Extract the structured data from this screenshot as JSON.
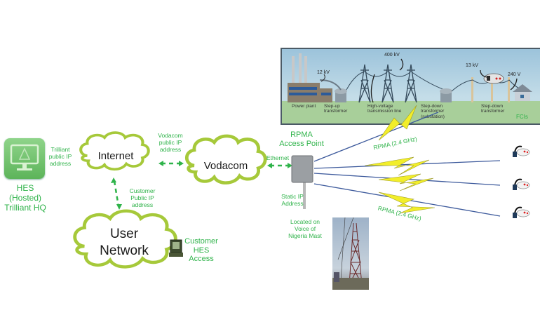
{
  "hes": {
    "icon": "monitor-icon",
    "label_lines": [
      "HES",
      "(Hosted)",
      "Trilliant HQ"
    ],
    "ip_label_lines": [
      "Trilliant",
      "public IP",
      "address"
    ]
  },
  "clouds": {
    "internet": "Internet",
    "vodacom": "Vodacom",
    "user_network_lines": [
      "User",
      "Network"
    ]
  },
  "links": {
    "vodacom_ip_lines": [
      "Vodacom",
      "public IP",
      "address"
    ],
    "customer_ip_lines": [
      "Customer",
      "Public IP",
      "address"
    ],
    "ethernet": "Ethernet"
  },
  "customer_access": {
    "icon": "computer-terminal-icon",
    "label_lines": [
      "Customer",
      "HES",
      "Access"
    ]
  },
  "access_point": {
    "title_lines": [
      "RPMA",
      "Access Point"
    ],
    "static_ip_lines": [
      "Static IP",
      "Address"
    ],
    "location_lines": [
      "Located on",
      "Voice of",
      "Nigeria Mast"
    ],
    "photo": "radio-mast-photo"
  },
  "rpma": {
    "label_top": "RPMA (2.4 GHz)",
    "label_bottom": "RPMA (2.4 GHz)",
    "devices": [
      "fci-device-icon",
      "fci-device-icon",
      "fci-device-icon"
    ]
  },
  "grid": {
    "labels": {
      "power_plant": "Power plant",
      "step_up": [
        "Step-up",
        "transformer"
      ],
      "hv_line": [
        "High-voltage",
        "transmission line"
      ],
      "step_down_sub": [
        "Step-down",
        "transformer",
        "(substation)"
      ],
      "step_down": [
        "Step-down",
        "transformer"
      ],
      "fcis": "FCIs"
    },
    "voltages": {
      "v12": "12 kV",
      "v400": "400 kV",
      "v13": "13 kV",
      "v240": "240 V"
    }
  },
  "colors": {
    "green_text": "#2fb34a",
    "cloud_outline": "#a6c93a",
    "bolt": "#f2ee2a",
    "grid_sky": "#a9cde0",
    "grid_ground": "#a8cf9a"
  }
}
